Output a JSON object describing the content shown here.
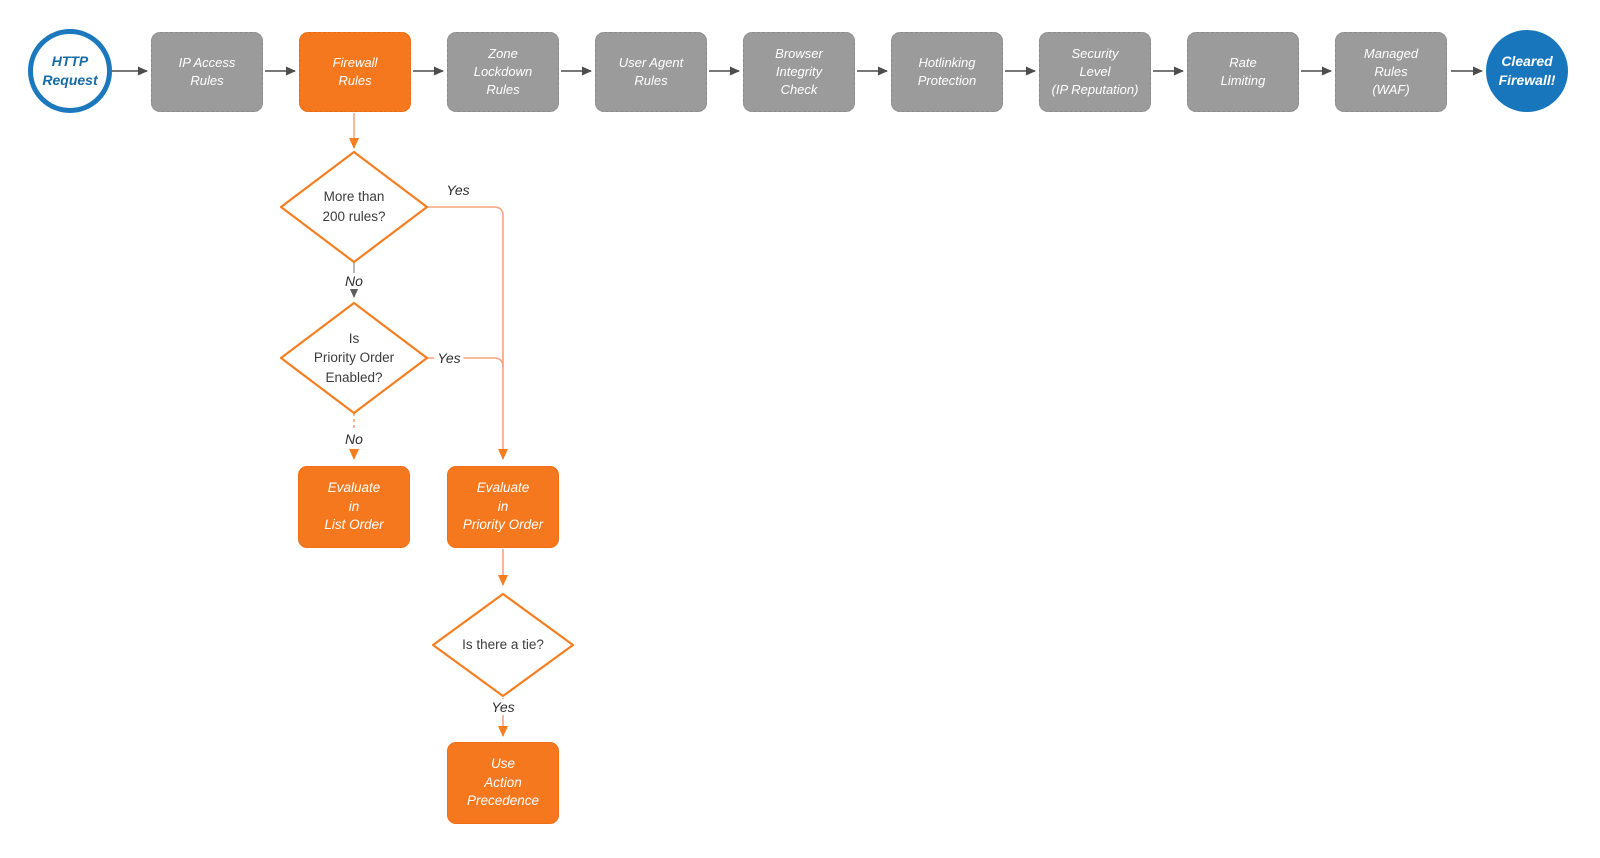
{
  "diagram": {
    "title": "HTTP request firewall evaluation flowchart",
    "colors": {
      "accent_orange": "#F5781E",
      "orange_connector": "#F9A37B",
      "stage_gray": "#9B9B9B",
      "terminator_blue": "#1B78BD",
      "arrow_dark": "#4D4D4D"
    },
    "start": {
      "label": "HTTP\nRequest"
    },
    "end": {
      "label": "Cleared\nFirewall!"
    },
    "stages": [
      {
        "label": "IP Access\nRules"
      },
      {
        "label": "Firewall\nRules",
        "state": "active"
      },
      {
        "label": "Zone\nLockdown\nRules"
      },
      {
        "label": "User Agent\nRules"
      },
      {
        "label": "Browser\nIntegrity\nCheck"
      },
      {
        "label": "Hotlinking\nProtection"
      },
      {
        "label": "Security\nLevel\n(IP Reputation)"
      },
      {
        "label": "Rate\nLimiting"
      },
      {
        "label": "Managed\nRules\n(WAF)"
      }
    ],
    "decisions": [
      {
        "label": "More than\n200 rules?"
      },
      {
        "label": "Is\nPriority Order\nEnabled?"
      },
      {
        "label": "Is there a tie?"
      }
    ],
    "actions": [
      {
        "label": "Evaluate\nin\nList Order"
      },
      {
        "label": "Evaluate\nin\nPriority Order"
      },
      {
        "label": "Use\nAction\nPrecedence"
      }
    ],
    "edge_labels": {
      "yes1": "Yes",
      "no1": "No",
      "yes2": "Yes",
      "no2": "No",
      "yes3": "Yes"
    }
  }
}
